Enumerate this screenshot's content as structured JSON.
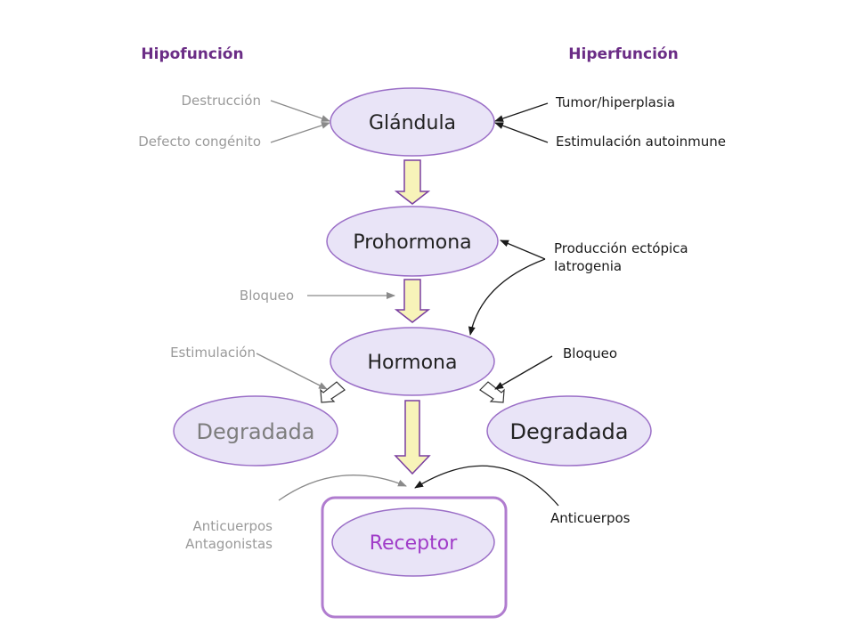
{
  "headers": {
    "left": "Hipofunción",
    "right": "Hiperfunción"
  },
  "nodes": {
    "gland": "Glándula",
    "prohormone": "Prohormona",
    "hormone": "Hormona",
    "degraded_left": "Degradada",
    "degraded_right": "Degradada",
    "receptor": "Receptor"
  },
  "hypofunction_labels": {
    "destruction": "Destrucción",
    "congenital_defect": "Defecto congénito",
    "blockade": "Bloqueo",
    "stimulation": "Estimulación",
    "antibodies": "Anticuerpos",
    "antagonists": "Antagonistas"
  },
  "hyperfunction_labels": {
    "tumor": "Tumor/hiperplasia",
    "autoimmune": "Estimulación autoinmune",
    "ectopic": "Producción ectópica",
    "iatrogenic": "Iatrogenia",
    "blockade": "Bloqueo",
    "antibodies": "Anticuerpos"
  },
  "colors": {
    "node_fill": "#e9e4f7",
    "node_stroke": "#9b6fc7",
    "arrow_fill": "#f7f3b9",
    "arrow_stroke": "#7a3fa0",
    "hypo_text": "#9a9a9a",
    "hyper_text": "#1a1a1a",
    "header": "#6b2d86",
    "receptor_text": "#a03cc8"
  }
}
